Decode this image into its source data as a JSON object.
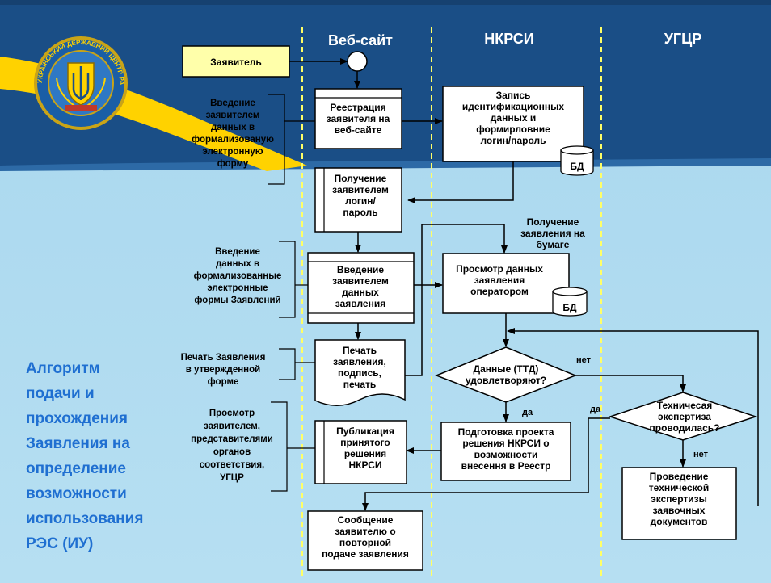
{
  "lanes": {
    "website": "Веб-сайт",
    "nkrsi": "НКРСИ",
    "ugcr": "УГЦР"
  },
  "emblem": {
    "ring_text": "УКРАЇНСЬКИЙ ДЕРЖАВНИЙ ЦЕНТР РАДІОЧАСТОТ"
  },
  "title": [
    "Алгоритм",
    "подачи и",
    "прохождения",
    "Заявления на",
    "определение",
    "возможности",
    "использования",
    "РЭС (ИУ)"
  ],
  "applicant": "Заявитель",
  "steps": {
    "registration": [
      "Реестрация",
      "заявителя на",
      "веб-сайте"
    ],
    "record": [
      "Запись",
      "идентификационных",
      "данных и",
      "формирловние",
      "логин/пароль"
    ],
    "receive_login": [
      "Получение",
      "заявителем",
      "логин/",
      "пароль"
    ],
    "enter_data": [
      "Введение",
      "заявителем",
      "данных",
      "заявления"
    ],
    "review": [
      "Просмотр данных",
      "заявления",
      "оператором"
    ],
    "print": [
      "Печать",
      "заявления,",
      "подпись,",
      "печать"
    ],
    "paper": [
      "Получение",
      "заявления на",
      "бумаге"
    ],
    "prepare": [
      "Подготовка проекта",
      "решения НКРСИ о",
      "возможности",
      "внесення в Реестр"
    ],
    "publish": [
      "Публикация",
      "принятого",
      "решения",
      "НКРСИ"
    ],
    "conduct": [
      "Проведение",
      "технической",
      "экспертизы",
      "заявочных",
      "документов"
    ],
    "message": [
      "Сообщение",
      "заявителю о",
      "повторной",
      "подаче заявления"
    ]
  },
  "decisions": {
    "data_ok": [
      "Данные (ТТД)",
      "удовлетворяют?"
    ],
    "expertise": [
      "Техничесая",
      "экспертиза",
      "проводилась?"
    ]
  },
  "db_label": "БД",
  "answers": {
    "yes": "да",
    "no": "нет"
  },
  "side_notes": {
    "note1": [
      "Введение",
      "заявителем",
      "данных в",
      "формализованую",
      "электронную",
      "форму"
    ],
    "note2": [
      "Введение",
      "данных в",
      "формализованные",
      "электронные",
      "формы  Заявлений"
    ],
    "note3": [
      "Печать Заявления",
      "в утвержденной",
      "форме"
    ],
    "note4": [
      "Просмотр",
      "заявителем,",
      "представителями",
      "органов",
      "соответствия,",
      "УГЦР"
    ]
  },
  "colors": {
    "dark_blue": "#1a4e86",
    "light_blue": "#a9d7ee",
    "title_blue": "#1f6fd1",
    "lane_yellow": "#ffff66",
    "swoosh_yellow": "#ffd200"
  }
}
